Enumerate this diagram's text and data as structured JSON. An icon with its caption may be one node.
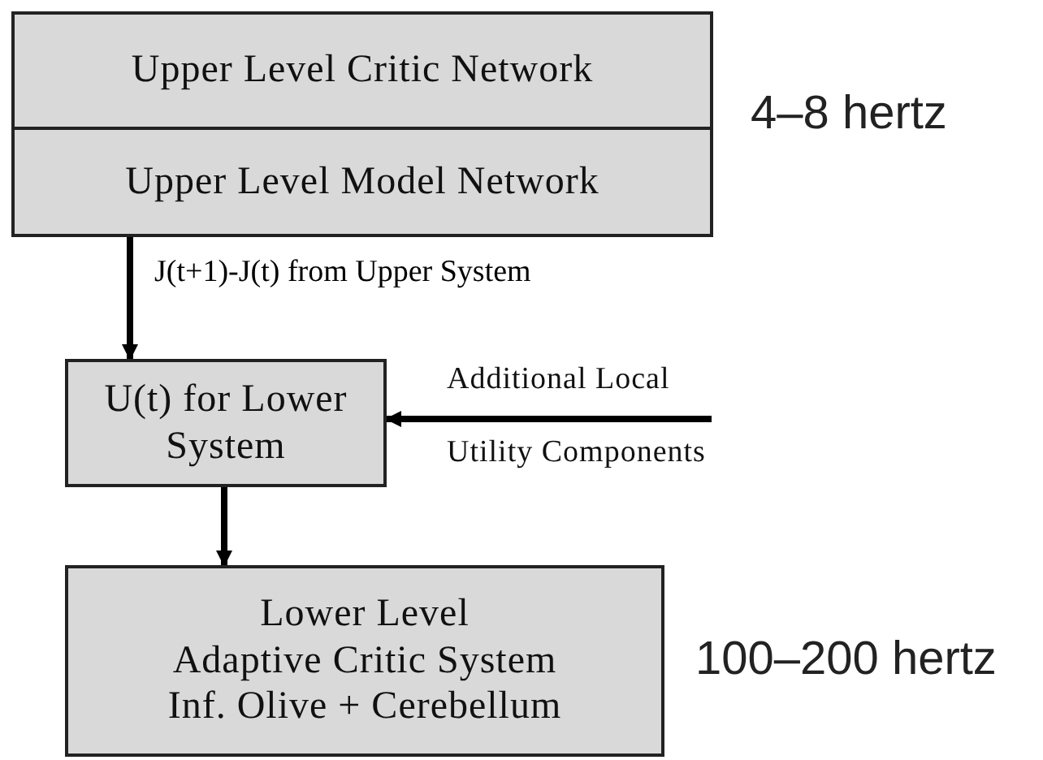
{
  "diagram": {
    "nodes": [
      {
        "text": [
          "Upper Level Critic Network"
        ]
      },
      {
        "text": [
          "Upper Level Model Network"
        ]
      },
      {
        "text": [
          "U(t) for Lower System"
        ]
      },
      {
        "text": [
          "Additional Local",
          "Utility Components"
        ]
      },
      {
        "text": [
          "Lower Level",
          "Adaptive Critic System",
          "Inf. Olive + Cerebellum"
        ]
      }
    ],
    "edges": [
      {
        "from": 1,
        "to": 2,
        "arrow": "to",
        "label": "J(t+1)-J(t) from Upper System"
      },
      {
        "from": 3,
        "to": 2,
        "arrow": "to"
      },
      {
        "from": 2,
        "to": 4,
        "arrow": "to"
      }
    ],
    "labels": [
      "4–8 hertz",
      "100–200 hertz"
    ]
  }
}
